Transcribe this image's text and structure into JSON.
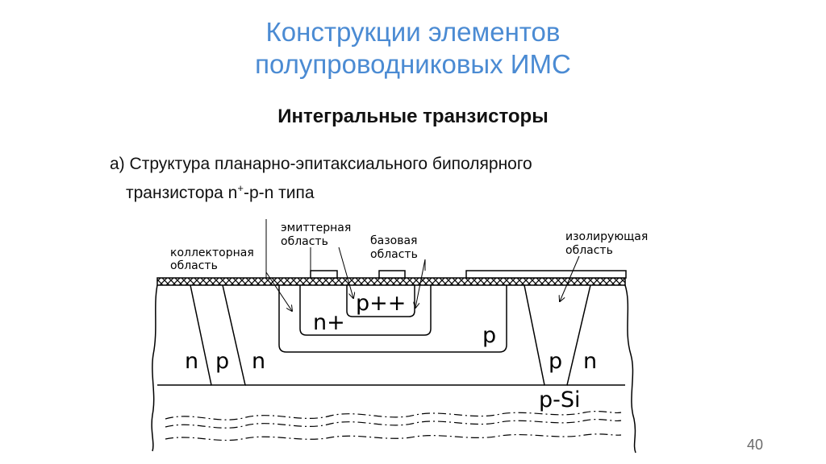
{
  "slide": {
    "title_line1": "Конструкции элементов",
    "title_line2": "полупроводниковых ИМС",
    "subtitle": "Интегральные транзисторы",
    "item_marker": "а)",
    "item_text_line1": "Структура планарно-эпитаксиального биполярного",
    "item_text_line2_prefix": "транзистора n",
    "item_text_line2_sup": "+",
    "item_text_line2_suffix": "-p-n типа",
    "page_number": "40"
  },
  "diagram": {
    "labels": {
      "emitter_line1": "эмиттерная",
      "emitter_line2": "область",
      "base_line1": "базовая",
      "base_line2": "область",
      "collector_line1": "коллекторная",
      "collector_line2": "область",
      "isolation_line1": "изолирующая",
      "isolation_line2": "область"
    },
    "regions": {
      "p_plus_plus": "p++",
      "n_plus": "n+",
      "p_base": "p",
      "n_left": "n",
      "p_left": "p",
      "n_collector": "n",
      "p_right": "p",
      "n_right": "n",
      "substrate": "p-Si"
    }
  }
}
